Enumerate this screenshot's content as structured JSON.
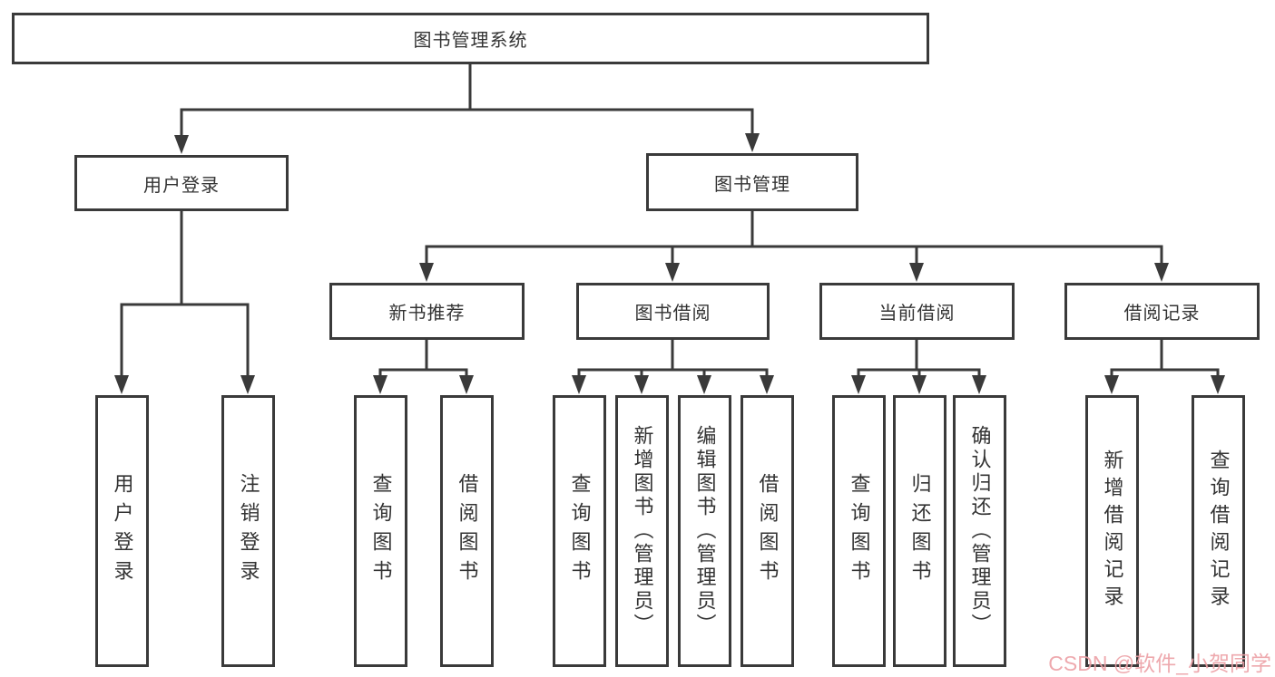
{
  "diagram": {
    "title": "图书管理系统",
    "level2": {
      "user_login": "用户登录",
      "book_mgmt": "图书管理"
    },
    "level3": {
      "new_books": "新书推荐",
      "borrowing": "图书借阅",
      "current": "当前借阅",
      "records": "借阅记录"
    },
    "leaves": {
      "user_login": [
        "用户登录",
        "注销登录"
      ],
      "new_books": [
        "查询图书",
        "借阅图书"
      ],
      "borrowing": [
        "查询图书",
        "新增图书（管理员）",
        "编辑图书（管理员）",
        "借阅图书"
      ],
      "current": [
        "查询图书",
        "归还图书",
        "确认归还（管理员）"
      ],
      "records": [
        "新增借阅记录",
        "查询借阅记录"
      ]
    }
  },
  "watermark": "CSDN @软件_小贺同学",
  "colors": {
    "line": "#3a3a3a",
    "box_border": "#3a3a3a",
    "box_background": "#ffffff",
    "text": "#333333",
    "watermark": "#eda0a6",
    "background": "#ffffff"
  }
}
